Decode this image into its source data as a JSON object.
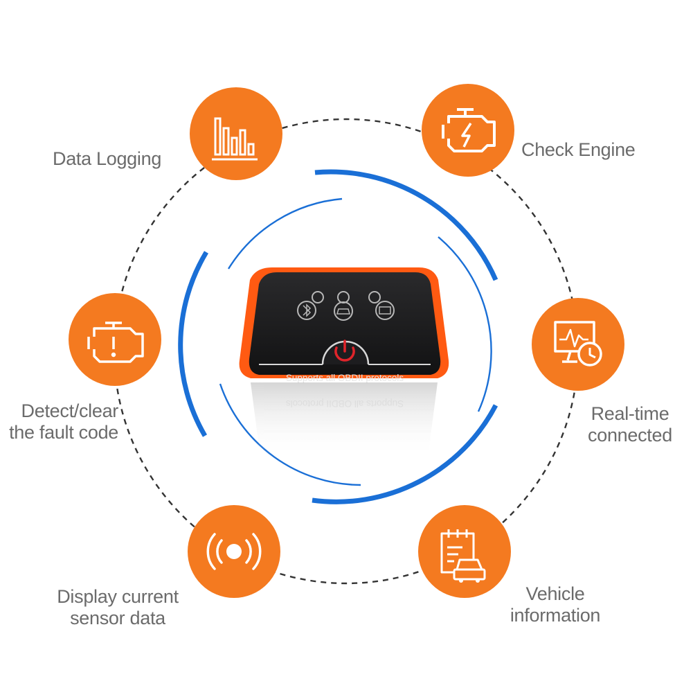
{
  "device": {
    "caption": "Supports all OBDII protocols"
  },
  "features": [
    {
      "id": "data-logging",
      "icon": "bar-chart-icon",
      "lines": [
        "Data Logging"
      ]
    },
    {
      "id": "check-engine",
      "icon": "engine-warning-icon",
      "lines": [
        "Check Engine"
      ]
    },
    {
      "id": "detect-clear",
      "icon": "engine-alert-icon",
      "lines": [
        "Detect/clear",
        "the fault code"
      ]
    },
    {
      "id": "real-time",
      "icon": "monitor-clock-icon",
      "lines": [
        "Real-time",
        "connected"
      ]
    },
    {
      "id": "sensor-data",
      "icon": "sensor-signal-icon",
      "lines": [
        "Display current",
        "sensor data"
      ]
    },
    {
      "id": "vehicle-info",
      "icon": "clipboard-car-icon",
      "lines": [
        "Vehicle",
        "information"
      ]
    }
  ],
  "colors": {
    "accent": "#f47a20",
    "ring_blue": "#1a6fd6",
    "dash": "#333333",
    "label": "#6b6b6b",
    "device_body": "#1c1c1e",
    "device_shell": "#ff5a12",
    "power": "#e0242a"
  }
}
